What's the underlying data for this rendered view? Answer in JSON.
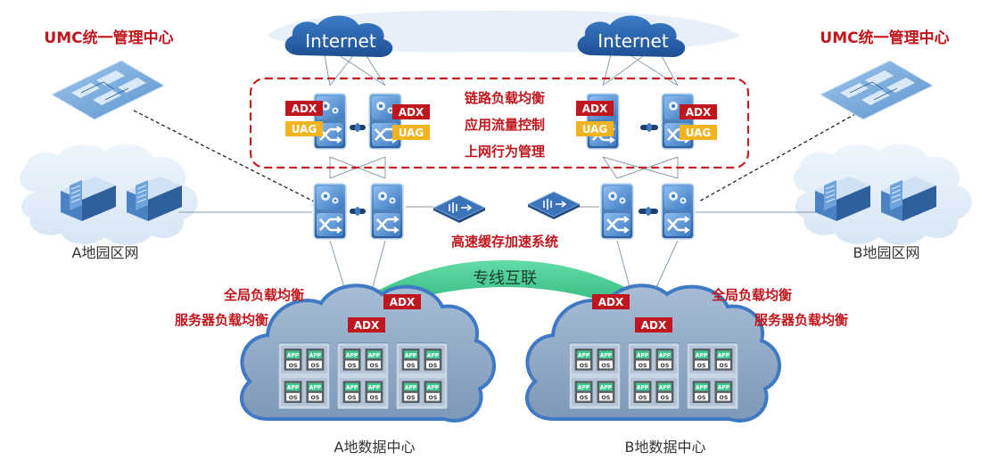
{
  "labels": {
    "umc_left": "UMC统一管理中心",
    "umc_right": "UMC统一管理中心",
    "internet_left": "Internet",
    "internet_right": "Internet",
    "features": [
      "链路负载均衡",
      "应用流量控制",
      "上网行为管理"
    ],
    "cache_system": "高速缓存加速系统",
    "campus_a": "A地园区网",
    "campus_b": "B地园区网",
    "dedicated_line": "专线互联",
    "dc_a_features": [
      "全局负载均衡",
      "服务器负载均衡"
    ],
    "dc_b_features": [
      "全局负载均衡",
      "服务器负载均衡"
    ],
    "dc_a": "A地数据中心",
    "dc_b": "B地数据中心"
  },
  "badges": {
    "adx": "ADX",
    "uag": "UAG"
  },
  "server_chip": {
    "app": "APP",
    "os": "OS"
  },
  "colors": {
    "accent_red": "#c0161d",
    "device_blue": "#3a78c0",
    "cloud_light": "#e2edf8",
    "dc_cloud_fill": "#8da9c8",
    "dc_cloud_border": "#3f79c4",
    "green_link": "#3fc98f",
    "uag_gold": "#f2b320",
    "dashed_border": "#c41f24"
  }
}
